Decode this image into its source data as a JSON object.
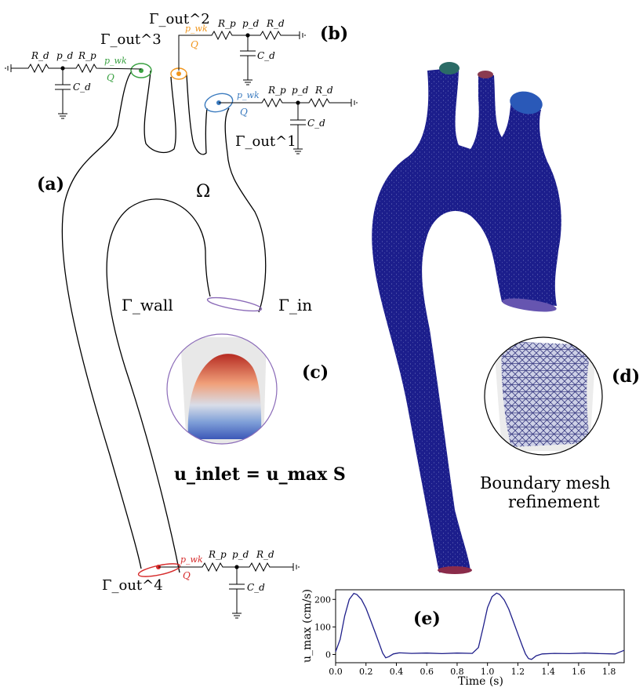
{
  "panels": {
    "a": "(a)",
    "b": "(b)",
    "c": "(c)",
    "d": "(d)",
    "e": "(e)"
  },
  "regions": {
    "omega": "Ω",
    "gamma_wall": "Γ_wall",
    "gamma_in": "Γ_in",
    "outlets": [
      {
        "id": 1,
        "label": "Γ_out^1",
        "color": "#3b7bbf"
      },
      {
        "id": 2,
        "label": "Γ_out^2",
        "color": "#f0951c"
      },
      {
        "id": 3,
        "label": "Γ_out^3",
        "color": "#3aa142"
      },
      {
        "id": 4,
        "label": "Γ_out^4",
        "color": "#d62b2b"
      }
    ]
  },
  "windkessel": {
    "pressure": "p_wk",
    "flow": "Q",
    "proximal_resistance": "R_p",
    "distal_resistance": "R_d",
    "distal_pressure": "p_d",
    "capacitance": "C_d"
  },
  "inlet_equation": "u_inlet = u_max S",
  "mesh_caption": {
    "line1": "Boundary mesh",
    "line2": "refinement"
  },
  "colors": {
    "mesh": "#1c1e8c",
    "inlet": "#8b6bb8",
    "outlet4": "#8a2b4a",
    "outlet3": "#2b6b66",
    "outlet2": "#8a3b50",
    "outlet1": "#2a59b8",
    "velocity_curve": "#1f1f8a"
  },
  "chart_data": {
    "type": "line",
    "xlabel": "Time (s)",
    "ylabel": "u_max (cm/s)",
    "xlim": [
      0.0,
      1.9
    ],
    "ylim": [
      -30,
      235
    ],
    "xticks": [
      "0.0",
      "0.2",
      "0.4",
      "0.6",
      "0.8",
      "1.0",
      "1.2",
      "1.4",
      "1.6",
      "1.8"
    ],
    "yticks": [
      "0",
      "100",
      "200"
    ],
    "grid": false,
    "x": [
      0.0,
      0.03,
      0.06,
      0.09,
      0.12,
      0.14,
      0.17,
      0.2,
      0.23,
      0.26,
      0.29,
      0.31,
      0.33,
      0.35,
      0.38,
      0.42,
      0.5,
      0.6,
      0.7,
      0.8,
      0.9,
      0.94,
      0.97,
      1.0,
      1.03,
      1.06,
      1.08,
      1.11,
      1.14,
      1.17,
      1.2,
      1.23,
      1.25,
      1.27,
      1.29,
      1.32,
      1.36,
      1.44,
      1.54,
      1.64,
      1.74,
      1.84,
      1.9
    ],
    "y": [
      10,
      55,
      140,
      200,
      222,
      218,
      200,
      168,
      125,
      80,
      35,
      5,
      -12,
      -8,
      2,
      6,
      4,
      5,
      3,
      5,
      4,
      25,
      95,
      170,
      210,
      223,
      218,
      198,
      165,
      120,
      75,
      30,
      2,
      -15,
      -18,
      -5,
      2,
      4,
      3,
      5,
      3,
      2,
      15
    ]
  }
}
